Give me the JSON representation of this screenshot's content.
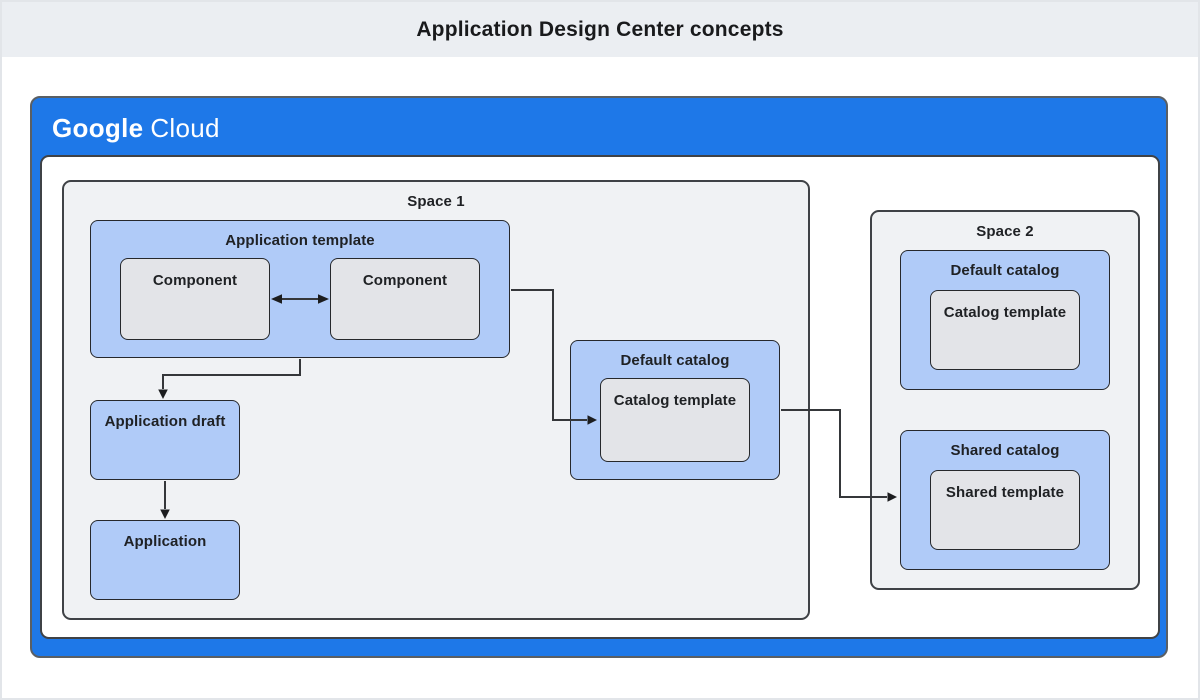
{
  "title": "Application Design Center concepts",
  "brand": {
    "google": "Google",
    "cloud": "Cloud"
  },
  "colors": {
    "banner_bg": "#ebeef2",
    "frame_blue": "#1e78e8",
    "node_blue": "#b0cbf8",
    "node_gray": "#e3e4e8",
    "group_gray": "#f0f2f4",
    "border_dark": "#26282c",
    "text_dark": "#1f2124"
  },
  "diagram": {
    "space1": {
      "label": "Space 1",
      "application_template": {
        "label": "Application template",
        "components": [
          "Component",
          "Component"
        ]
      },
      "application_draft": {
        "label": "Application draft"
      },
      "application": {
        "label": "Application"
      },
      "default_catalog": {
        "label": "Default catalog",
        "template": "Catalog template"
      }
    },
    "space2": {
      "label": "Space 2",
      "default_catalog": {
        "label": "Default catalog",
        "template": "Catalog template"
      },
      "shared_catalog": {
        "label": "Shared catalog",
        "template": "Shared template"
      }
    }
  }
}
